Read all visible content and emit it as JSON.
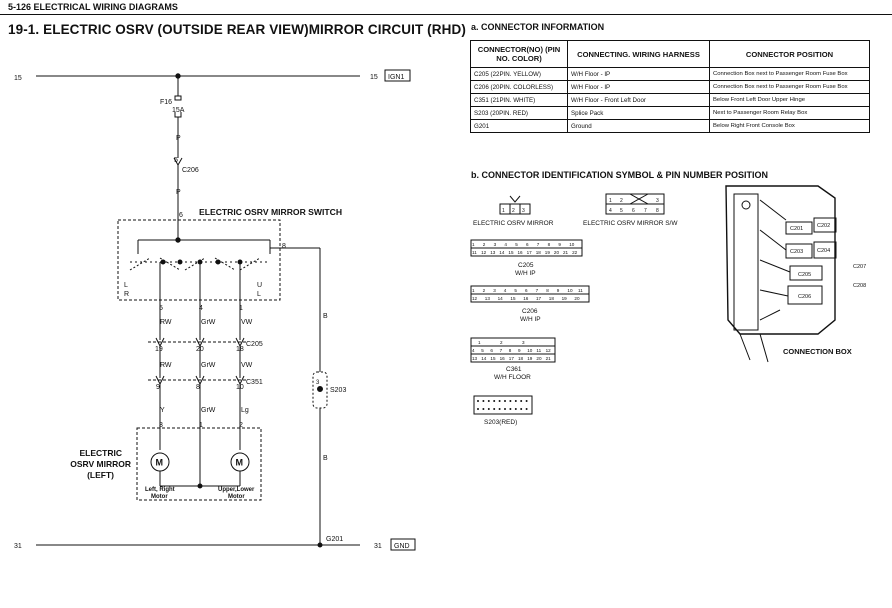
{
  "header": {
    "page_ref": "5-126  ELECTRICAL WIRING DIAGRAMS"
  },
  "title": "19-1. ELECTRIC OSRV (OUTSIDE REAR VIEW)MIRROR CIRCUIT (RHD)",
  "connector_info": {
    "heading": "a. CONNECTOR INFORMATION",
    "columns": [
      "CONNECTOR(NO) (PIN NO. COLOR)",
      "CONNECTING. WIRING HARNESS",
      "CONNECTOR POSITION"
    ],
    "rows": [
      [
        "C205 (22PIN. YELLOW)",
        "W/H Floor - IP",
        "Connection Box next to Passenger Room Fuse Box"
      ],
      [
        "C206 (20PIN. COLORLESS)",
        "W/H Floor - IP",
        "Connection Box next to Passenger Room Fuse Box"
      ],
      [
        "C351 (21PIN. WHITE)",
        "W/H Floor - Front Left Door",
        "Below Front Left Door Upper Hinge"
      ],
      [
        "S203 (20PIN. RED)",
        "Splice Pack",
        "Next to Passenger Room Relay Box"
      ],
      [
        "G201",
        "Ground",
        "Below Right Front Console Box"
      ]
    ]
  },
  "connector_id": {
    "heading": "b. CONNECTOR IDENTIFICATION SYMBOL & PIN NUMBER POSITION",
    "mirror_caption": "ELECTRIC OSRV MIRROR",
    "switch_caption": "ELECTRIC OSRV MIRROR S/W",
    "c205_caption": "C205",
    "c205_sub": "W/H IP",
    "c206_caption": "C206",
    "c206_sub": "W/H IP",
    "c361_caption": "C361",
    "c361_sub": "W/H FLOOR",
    "s203_caption": "S203(RED)",
    "box_caption": "CONNECTION BOX",
    "box_labels": [
      "C201",
      "C202",
      "C203",
      "C204",
      "C205",
      "C206",
      "C207",
      "C208"
    ],
    "mirror_pins": [
      "1",
      "2",
      "3"
    ],
    "switch_pins_top": [
      "1",
      "2",
      "3"
    ],
    "switch_pins_bottom": [
      "4",
      "5",
      "6",
      "7",
      "8"
    ],
    "c205_top": [
      "1",
      "2",
      "3",
      "4",
      "5",
      "6",
      "7",
      "8",
      "9",
      "10"
    ],
    "c205_bottom": [
      "11",
      "12",
      "13",
      "14",
      "15",
      "16",
      "17",
      "18",
      "19",
      "20",
      "21",
      "22"
    ],
    "c206_top": [
      "1",
      "2",
      "3",
      "4",
      "5",
      "6",
      "7",
      "8",
      "9",
      "10",
      "11"
    ],
    "c206_bottom": [
      "12",
      "13",
      "14",
      "15",
      "16",
      "17",
      "18",
      "19",
      "20"
    ],
    "c361_top": [
      "1",
      "2",
      "3"
    ],
    "c361_mid": [
      "4",
      "5",
      "6",
      "7",
      "8",
      "9",
      "10",
      "11",
      "12"
    ],
    "c361_bottom": [
      "13",
      "14",
      "15",
      "16",
      "17",
      "18",
      "19",
      "20",
      "21"
    ]
  },
  "schematic": {
    "bus_top_left": "15",
    "bus_top_right": "15",
    "ign_label": "IGN1",
    "fuse": "F16",
    "fuse_rating": "15A",
    "wire_p": "P",
    "c206_pin": "5",
    "c206_label": "C206",
    "wire_p2": "P",
    "switch_pin": "6",
    "switch_title": "ELECTRIC OSRV MIRROR SWITCH",
    "pin8": "8",
    "lr_l": "L",
    "lr_r": "R",
    "ud_u": "U",
    "ud_l": "L",
    "pins_switch_bottom": [
      "5",
      "4",
      "1"
    ],
    "wires_row1": [
      "RW",
      "GrW",
      "VW"
    ],
    "c205_pins": [
      "19",
      "20",
      "18"
    ],
    "c205_label": "C205",
    "wires_row2": [
      "RW",
      "GrW",
      "VW"
    ],
    "c351_pins": [
      "9",
      "8",
      "10"
    ],
    "c351_label": "C351",
    "wires_row3": [
      "Y",
      "GrW",
      "Lg"
    ],
    "wire_b1": "B",
    "wire_b2": "B",
    "s203_pin": "3",
    "s203_label": "S203",
    "mirror_pins": [
      "3",
      "1",
      "2"
    ],
    "mirror_title_1": "ELECTRIC",
    "mirror_title_2": "OSRV MIRROR",
    "mirror_title_3": "(LEFT)",
    "motor_symbol": "M",
    "motor_left_1": "Left, Right",
    "motor_left_2": "Motor",
    "motor_right_1": "Upper,Lower",
    "motor_right_2": "Motor",
    "ground_label": "G201",
    "bus_bottom_left": "31",
    "bus_bottom_right": "31",
    "gnd_label": "GND"
  }
}
